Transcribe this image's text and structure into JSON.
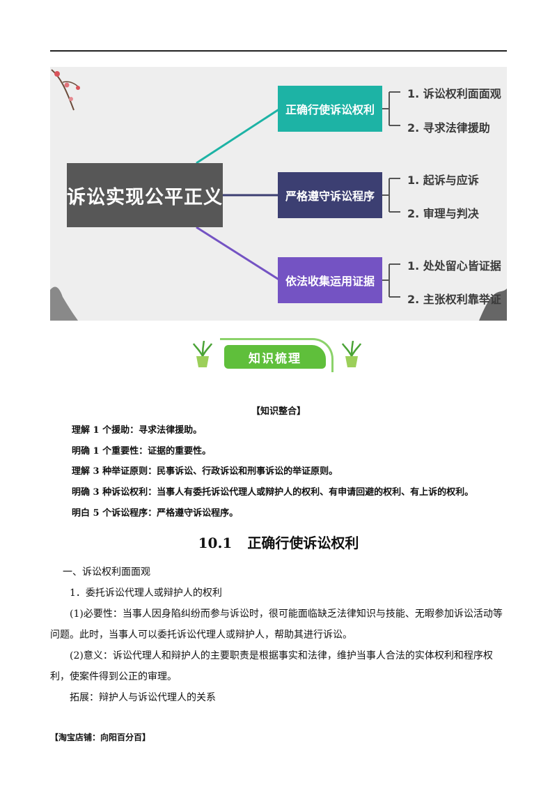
{
  "mindmap": {
    "root": "诉讼实现公平正义",
    "branches": [
      {
        "label": "正确行使诉讼权利",
        "color": "#1db3a5",
        "leaves": [
          "1. 诉讼权利面面观",
          "2. 寻求法律援助"
        ]
      },
      {
        "label": "严格遵守诉讼程序",
        "color": "#3c3f72",
        "leaves": [
          "1. 起诉与应诉",
          "2. 审理与判决"
        ]
      },
      {
        "label": "依法收集运用证据",
        "color": "#7453c3",
        "leaves": [
          "1. 处处留心皆证据",
          "2. 主张权利靠举证"
        ]
      }
    ]
  },
  "banner": {
    "label": "知识梳理",
    "accent": "#5fbf3b"
  },
  "summary": {
    "heading": "【知识整合】",
    "points": [
      "理解 1 个援助：寻求法律援助。",
      "明确 1 个重要性：证据的重要性。",
      "理解 3 种举证原则：民事诉讼、行政诉讼和刑事诉讼的举证原则。",
      "明确 3 种诉讼权利：当事人有委托诉讼代理人或辩护人的权利、有申请回避的权利、有上诉的权利。",
      "明白 5 个诉讼程序：严格遵守诉讼程序。"
    ]
  },
  "section": {
    "number": "10.1",
    "title": "正确行使诉讼权利"
  },
  "body": {
    "sub1": "一、诉讼权利面面观",
    "sub2": "1．委托诉讼代理人或辩护人的权利",
    "p1": "(1)必要性：当事人因身陷纠纷而参与诉讼时，很可能面临缺乏法律知识与技能、无暇参加诉讼活动等问题。此时，当事人可以委托诉讼代理人或辩护人，帮助其进行诉讼。",
    "p2": "(2)意义：诉讼代理人和辩护人的主要职责是根据事实和法律，维护当事人合法的实体权利和程序权利，使案件得到公正的审理。",
    "p3": "拓展：辩护人与诉讼代理人的关系"
  },
  "footer": "【淘宝店铺：向阳百分百】"
}
